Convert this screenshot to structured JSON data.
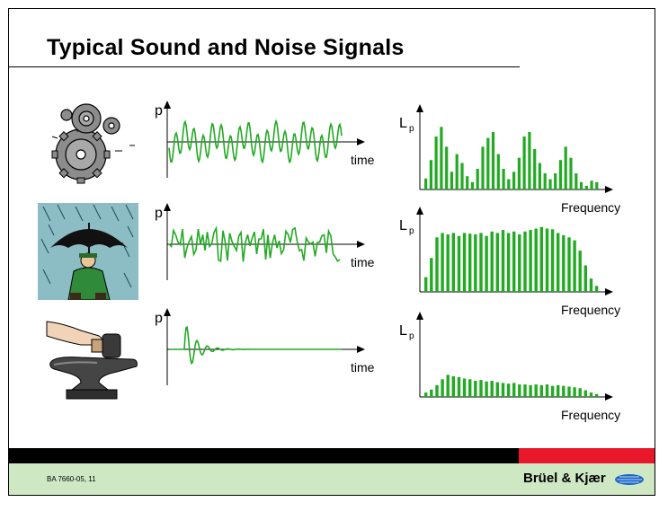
{
  "slide": {
    "title": "Typical Sound and Noise Signals"
  },
  "footer": {
    "doc_code": "BA 7660-05, 11",
    "brand": "Brüel & Kjær"
  },
  "colors": {
    "signal": "#22aa22",
    "footer_black": "#000000",
    "footer_red": "#e8172b",
    "footer_green": "#cfe8c4"
  },
  "icons": [
    "gears-icon",
    "rain-umbrella-icon",
    "hammer-anvil-icon",
    "bk-logo-icon"
  ],
  "rows": [
    {
      "name": "gears",
      "time_y_label": "p",
      "time_x_label": "time",
      "spec_y_label": "L",
      "spec_y_sub": "p",
      "spec_x_label": "Frequency",
      "signal_kind": "periodic",
      "spectrum": [
        0.15,
        0.4,
        0.72,
        0.85,
        0.58,
        0.24,
        0.48,
        0.36,
        0.18,
        0.1,
        0.28,
        0.58,
        0.7,
        0.78,
        0.48,
        0.28,
        0.14,
        0.24,
        0.43,
        0.72,
        0.78,
        0.55,
        0.36,
        0.22,
        0.14,
        0.22,
        0.4,
        0.58,
        0.43,
        0.22,
        0.1,
        0.05,
        0.12,
        0.1
      ]
    },
    {
      "name": "rain",
      "time_y_label": "p",
      "time_x_label": "time",
      "spec_y_label": "L",
      "spec_y_sub": "p",
      "spec_x_label": "Frequency",
      "signal_kind": "random",
      "spectrum": [
        0.2,
        0.46,
        0.74,
        0.8,
        0.78,
        0.8,
        0.76,
        0.8,
        0.79,
        0.78,
        0.8,
        0.76,
        0.82,
        0.8,
        0.84,
        0.8,
        0.82,
        0.78,
        0.82,
        0.84,
        0.86,
        0.88,
        0.86,
        0.85,
        0.8,
        0.77,
        0.74,
        0.7,
        0.56,
        0.36,
        0.18,
        0.08
      ]
    },
    {
      "name": "hammer",
      "time_y_label": "p",
      "time_x_label": "time",
      "spec_y_label": "L",
      "spec_y_sub": "p",
      "spec_x_label": "Frequency",
      "signal_kind": "impulse",
      "spectrum": [
        0.06,
        0.1,
        0.16,
        0.24,
        0.3,
        0.28,
        0.27,
        0.25,
        0.24,
        0.22,
        0.23,
        0.21,
        0.22,
        0.2,
        0.19,
        0.18,
        0.19,
        0.17,
        0.17,
        0.16,
        0.17,
        0.16,
        0.17,
        0.15,
        0.16,
        0.15,
        0.14,
        0.13,
        0.12,
        0.09,
        0.06,
        0.04
      ]
    }
  ]
}
